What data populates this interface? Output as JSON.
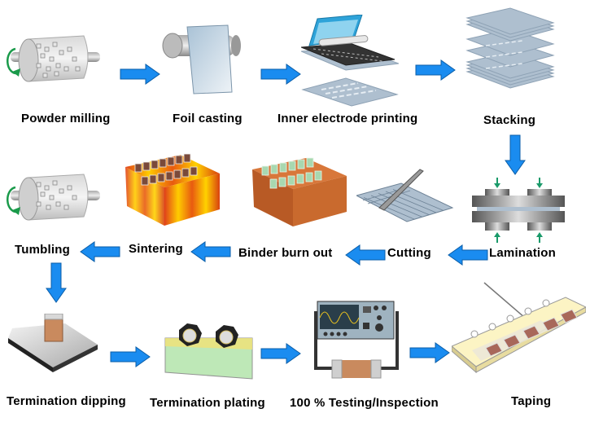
{
  "title": "MLCC manufacturing process flow",
  "colors": {
    "arrow_fill": "#1a8cf0",
    "arrow_stroke": "#0b5ea8",
    "text": "#000000"
  },
  "steps": [
    {
      "id": 1,
      "label": "Powder milling"
    },
    {
      "id": 2,
      "label": "Foil casting"
    },
    {
      "id": 3,
      "label": "Inner electrode printing"
    },
    {
      "id": 4,
      "label": "Stacking"
    },
    {
      "id": 5,
      "label": "Lamination"
    },
    {
      "id": 6,
      "label": "Cutting"
    },
    {
      "id": 7,
      "label": "Binder burn out"
    },
    {
      "id": 8,
      "label": "Sintering"
    },
    {
      "id": 9,
      "label": "Tumbling"
    },
    {
      "id": 10,
      "label": "Termination dipping"
    },
    {
      "id": 11,
      "label": "Termination plating"
    },
    {
      "id": 12,
      "label": "100 % Testing/Inspection"
    },
    {
      "id": 13,
      "label": "Taping"
    }
  ],
  "flow": [
    {
      "from": 1,
      "to": 2,
      "direction": "right"
    },
    {
      "from": 2,
      "to": 3,
      "direction": "right"
    },
    {
      "from": 3,
      "to": 4,
      "direction": "right"
    },
    {
      "from": 4,
      "to": 5,
      "direction": "down"
    },
    {
      "from": 5,
      "to": 6,
      "direction": "left"
    },
    {
      "from": 6,
      "to": 7,
      "direction": "left"
    },
    {
      "from": 7,
      "to": 8,
      "direction": "left"
    },
    {
      "from": 8,
      "to": 9,
      "direction": "left"
    },
    {
      "from": 9,
      "to": 10,
      "direction": "down"
    },
    {
      "from": 10,
      "to": 11,
      "direction": "right"
    },
    {
      "from": 11,
      "to": 12,
      "direction": "right"
    },
    {
      "from": 12,
      "to": 13,
      "direction": "right"
    }
  ]
}
